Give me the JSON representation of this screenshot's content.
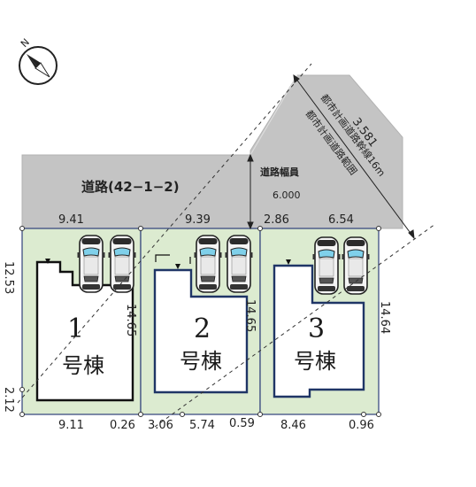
{
  "road_main": {
    "label": "道路(42−1−2)"
  },
  "road_width": {
    "label": "道路幅員",
    "value": "6.000"
  },
  "planned_road": {
    "label_outer": "都市計画道路幹線16m",
    "label_inner": "都市計画道路範囲",
    "distance": "3.581"
  },
  "dimensions": {
    "top": [
      "9.41",
      "9.39",
      "2.86",
      "6.54"
    ],
    "bottom": [
      "9.11",
      "0.26",
      "3.06",
      "5.74",
      "0.59",
      "8.46",
      "0.96"
    ],
    "left": [
      "12.53",
      "2.12"
    ],
    "depth": [
      "14.65",
      "14.65",
      "14.64"
    ]
  },
  "lots": [
    {
      "number": "1",
      "name": "号棟"
    },
    {
      "number": "2",
      "name": "号棟"
    },
    {
      "number": "3",
      "name": "号棟"
    }
  ],
  "colors": {
    "lot_fill": "#dcebd0",
    "lot_border": "#2f3f7a",
    "road_fill": "#c4c4c4",
    "building_border": "#1f3566"
  },
  "icons": {
    "north": "north-arrow-icon",
    "car": "car-icon"
  }
}
